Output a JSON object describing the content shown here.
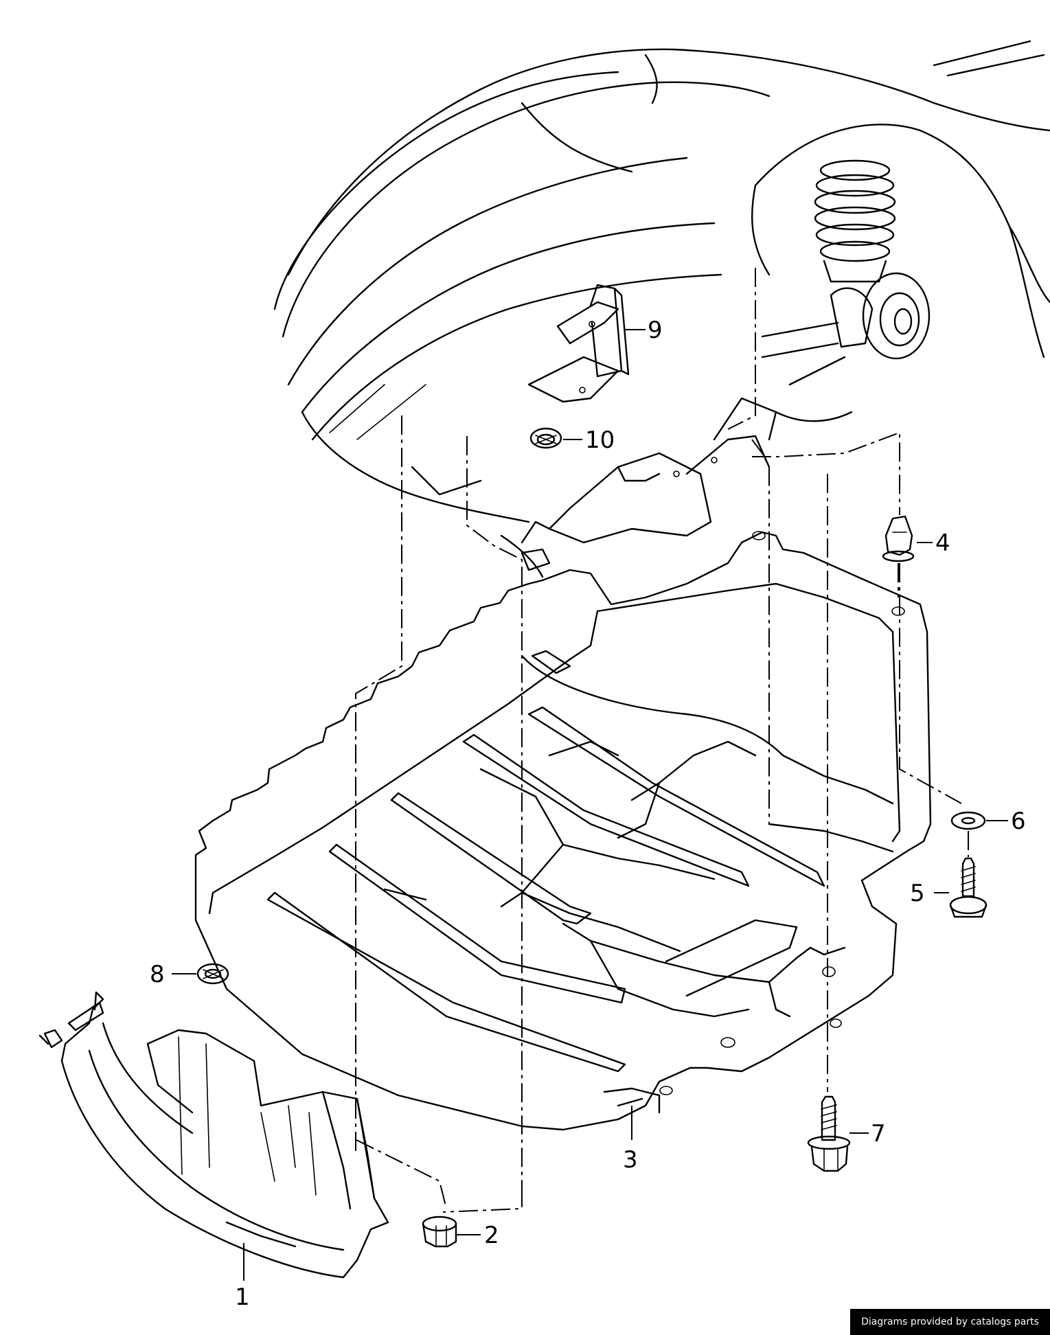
{
  "callouts": {
    "c1": "1",
    "c2": "2",
    "c3": "3",
    "c4": "4",
    "c5": "5",
    "c6": "6",
    "c7": "7",
    "c8": "8",
    "c9": "9",
    "c10": "10"
  },
  "credit": "Diagrams provided by catalogs parts"
}
